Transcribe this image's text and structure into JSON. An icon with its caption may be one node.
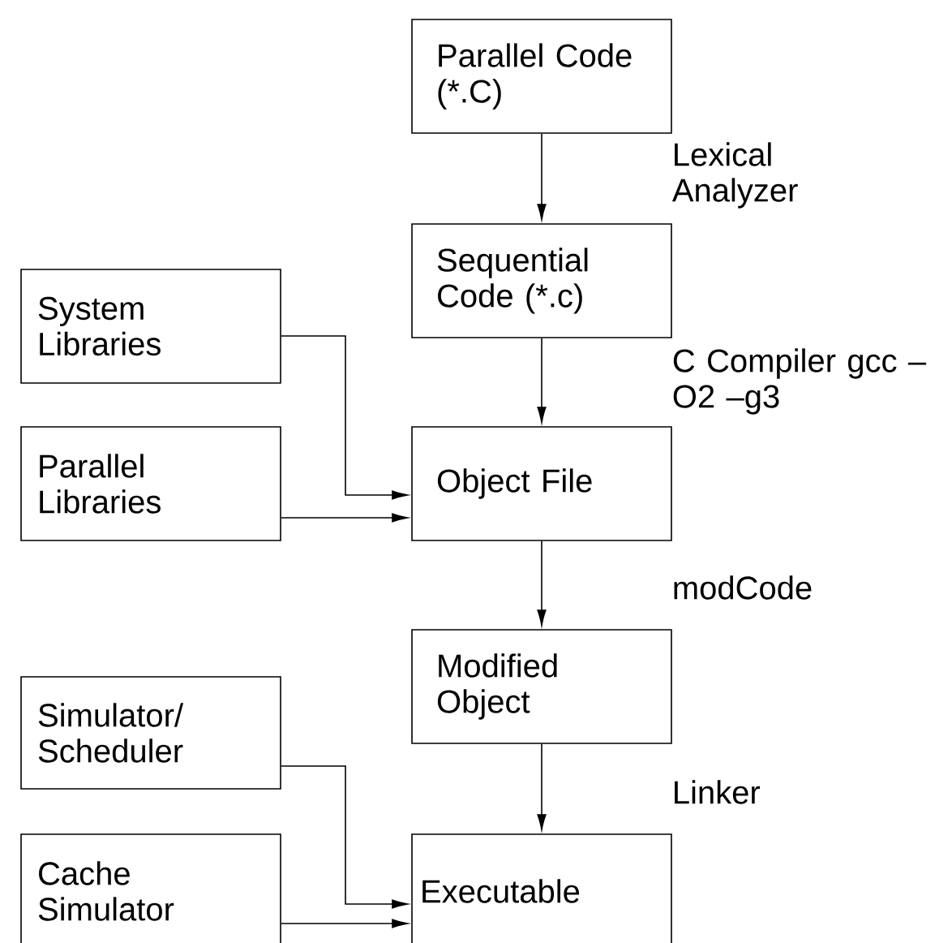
{
  "diagram": {
    "nodes": [
      {
        "text": [
          "Parallel Code (*.C)"
        ]
      },
      {
        "text": [
          "Sequential Code (*.c)"
        ]
      },
      {
        "text": [
          "System Libraries"
        ]
      },
      {
        "text": [
          "Parallel Libraries"
        ]
      },
      {
        "text": [
          "Object File"
        ]
      },
      {
        "text": [
          "Modified Object"
        ]
      },
      {
        "text": [
          "Simulator/ Scheduler"
        ]
      },
      {
        "text": [
          "Cache Simulator"
        ]
      },
      {
        "text": [
          "Executable"
        ]
      }
    ],
    "edges": [
      {
        "from": 0,
        "to": 1,
        "arrow": "to",
        "label": "Lexical Analyzer"
      },
      {
        "from": 1,
        "to": 4,
        "arrow": "to",
        "label": "C Compiler gcc –O2 –g3"
      },
      {
        "from": 2,
        "to": 4,
        "arrow": "to"
      },
      {
        "from": 3,
        "to": 4,
        "arrow": "to"
      },
      {
        "from": 4,
        "to": 5,
        "arrow": "to",
        "label": "modCode"
      },
      {
        "from": 5,
        "to": 8,
        "arrow": "to",
        "label": "Linker"
      },
      {
        "from": 6,
        "to": 8,
        "arrow": "to"
      },
      {
        "from": 7,
        "to": 8,
        "arrow": "to"
      }
    ]
  }
}
